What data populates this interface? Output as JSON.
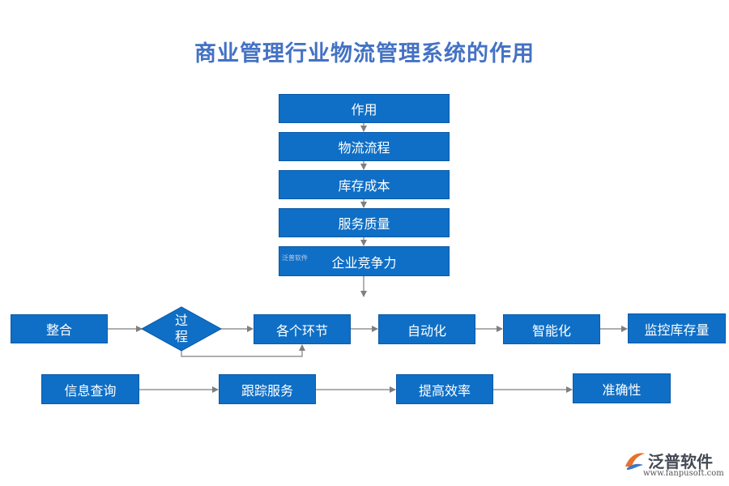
{
  "title": "商业管理行业物流管理系统的作用",
  "column": [
    "作用",
    "物流流程",
    "库存成本",
    "服务质量",
    "企业竞争力"
  ],
  "row1": {
    "start": "整合",
    "decision": "过程",
    "items": [
      "各个环节",
      "自动化",
      "智能化",
      "监控库存量"
    ]
  },
  "row2": [
    "信息查询",
    "跟踪服务",
    "提高效率",
    "准确性"
  ],
  "watermark": "泛普软件",
  "logo": {
    "name": "泛普软件",
    "url": "www.fanpusoft.com"
  },
  "colors": {
    "box": "#0f6fc6",
    "title": "#4472c4",
    "arrow": "#7f7f7f"
  }
}
